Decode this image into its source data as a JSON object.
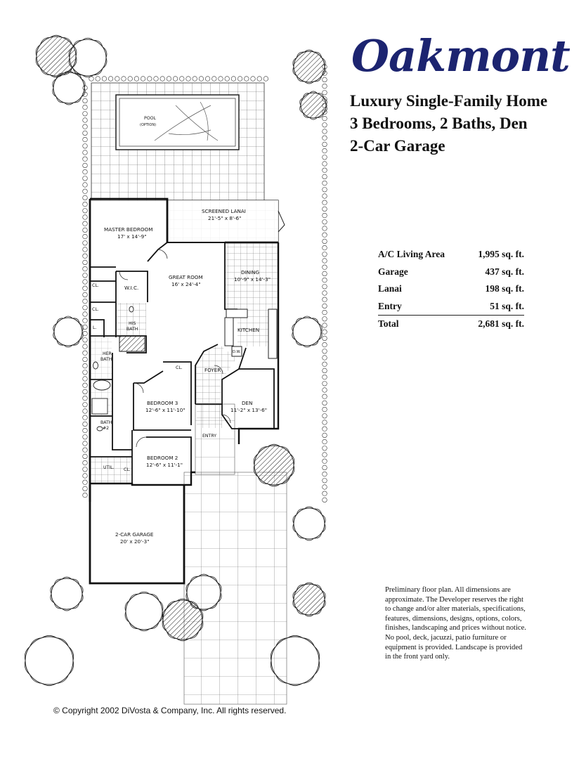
{
  "brand": "Oakmont",
  "subtitle": {
    "line1": "Luxury Single-Family Home",
    "line2": "3 Bedrooms, 2 Baths, Den",
    "line3": "2-Car Garage"
  },
  "areas": [
    {
      "label": "A/C Living Area",
      "value": "1,995 sq. ft."
    },
    {
      "label": "Garage",
      "value": "437 sq. ft."
    },
    {
      "label": "Lanai",
      "value": "198 sq. ft."
    },
    {
      "label": "Entry",
      "value": "51 sq. ft."
    }
  ],
  "total": {
    "label": "Total",
    "value": "2,681 sq. ft."
  },
  "disclaimer": "Preliminary floor plan. All dimensions are approximate. The Developer reserves the right to change and/or alter materials, specifications, features, dimensions, designs, options, colors, finishes, landscaping and prices without notice. No pool, deck, jacuzzi, patio furniture or equipment is provided. Landscape is provided in the front yard only.",
  "copyright": "© Copyright 2002 DiVosta & Company, Inc. All rights reserved.",
  "rooms": {
    "pool": {
      "name": "POOL",
      "note": "(OPTION)"
    },
    "lanai": {
      "name": "SCREENED LANAI",
      "dims": "21'-5\" x 8'-6\""
    },
    "master": {
      "name": "MASTER BEDROOM",
      "dims": "17' x 14'-9\""
    },
    "great": {
      "name": "GREAT ROOM",
      "dims": "16' x 24'-4\""
    },
    "dining": {
      "name": "DINING",
      "dims": "10'-9\" x 14'-3\""
    },
    "wic": {
      "name": "W.I.C."
    },
    "his_bath": {
      "line1": "HIS",
      "line2": "BATH"
    },
    "her_bath": {
      "line1": "HER",
      "line2": "BATH"
    },
    "kitchen": {
      "name": "KITCHEN"
    },
    "foyer": {
      "name": "FOYER"
    },
    "bed3": {
      "name": "BEDROOM 3",
      "dims": "12'-6\" x 11'-10\""
    },
    "den": {
      "name": "DEN",
      "dims": "11'-2\" x 13'-6\""
    },
    "bath2": {
      "line1": "BATH",
      "line2": "#2"
    },
    "entry": {
      "name": "ENTRY"
    },
    "bed2": {
      "name": "BEDROOM 2",
      "dims": "12'-6\" x 11'-1\""
    },
    "util": {
      "name": "UTIL."
    },
    "garage": {
      "name": "2-CAR GARAGE",
      "dims": "20' x 20'-3\""
    },
    "closet": "CL.",
    "linen": "L.",
    "dw": "D.W."
  }
}
